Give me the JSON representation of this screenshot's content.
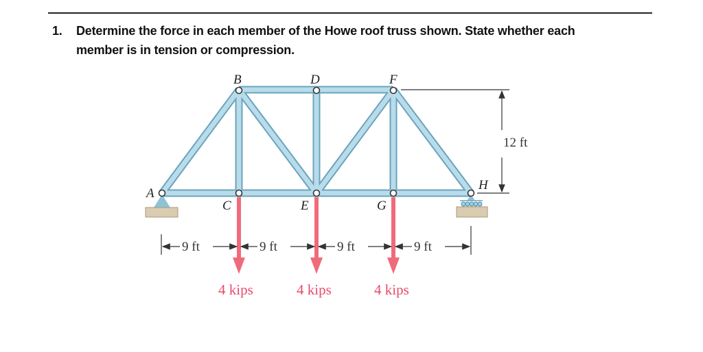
{
  "problem": {
    "number": "1.",
    "line1": "Determine the force in each member of the Howe roof truss shown.  State whether each",
    "line2": "member is in tension or compression."
  },
  "figure": {
    "nodes": {
      "A": "A",
      "B": "B",
      "C": "C",
      "D": "D",
      "E": "E",
      "F": "F",
      "G": "G",
      "H": "H"
    },
    "height_label": "12 ft",
    "spans": [
      "9 ft",
      "9 ft",
      "9 ft",
      "9 ft"
    ],
    "loads": [
      "4 kips",
      "4 kips",
      "4 kips"
    ],
    "colors": {
      "member": "#a9d3e3",
      "member_edge": "#6aa3bd",
      "load": "#ef6b7b",
      "ground": "#d9ccb0"
    }
  }
}
